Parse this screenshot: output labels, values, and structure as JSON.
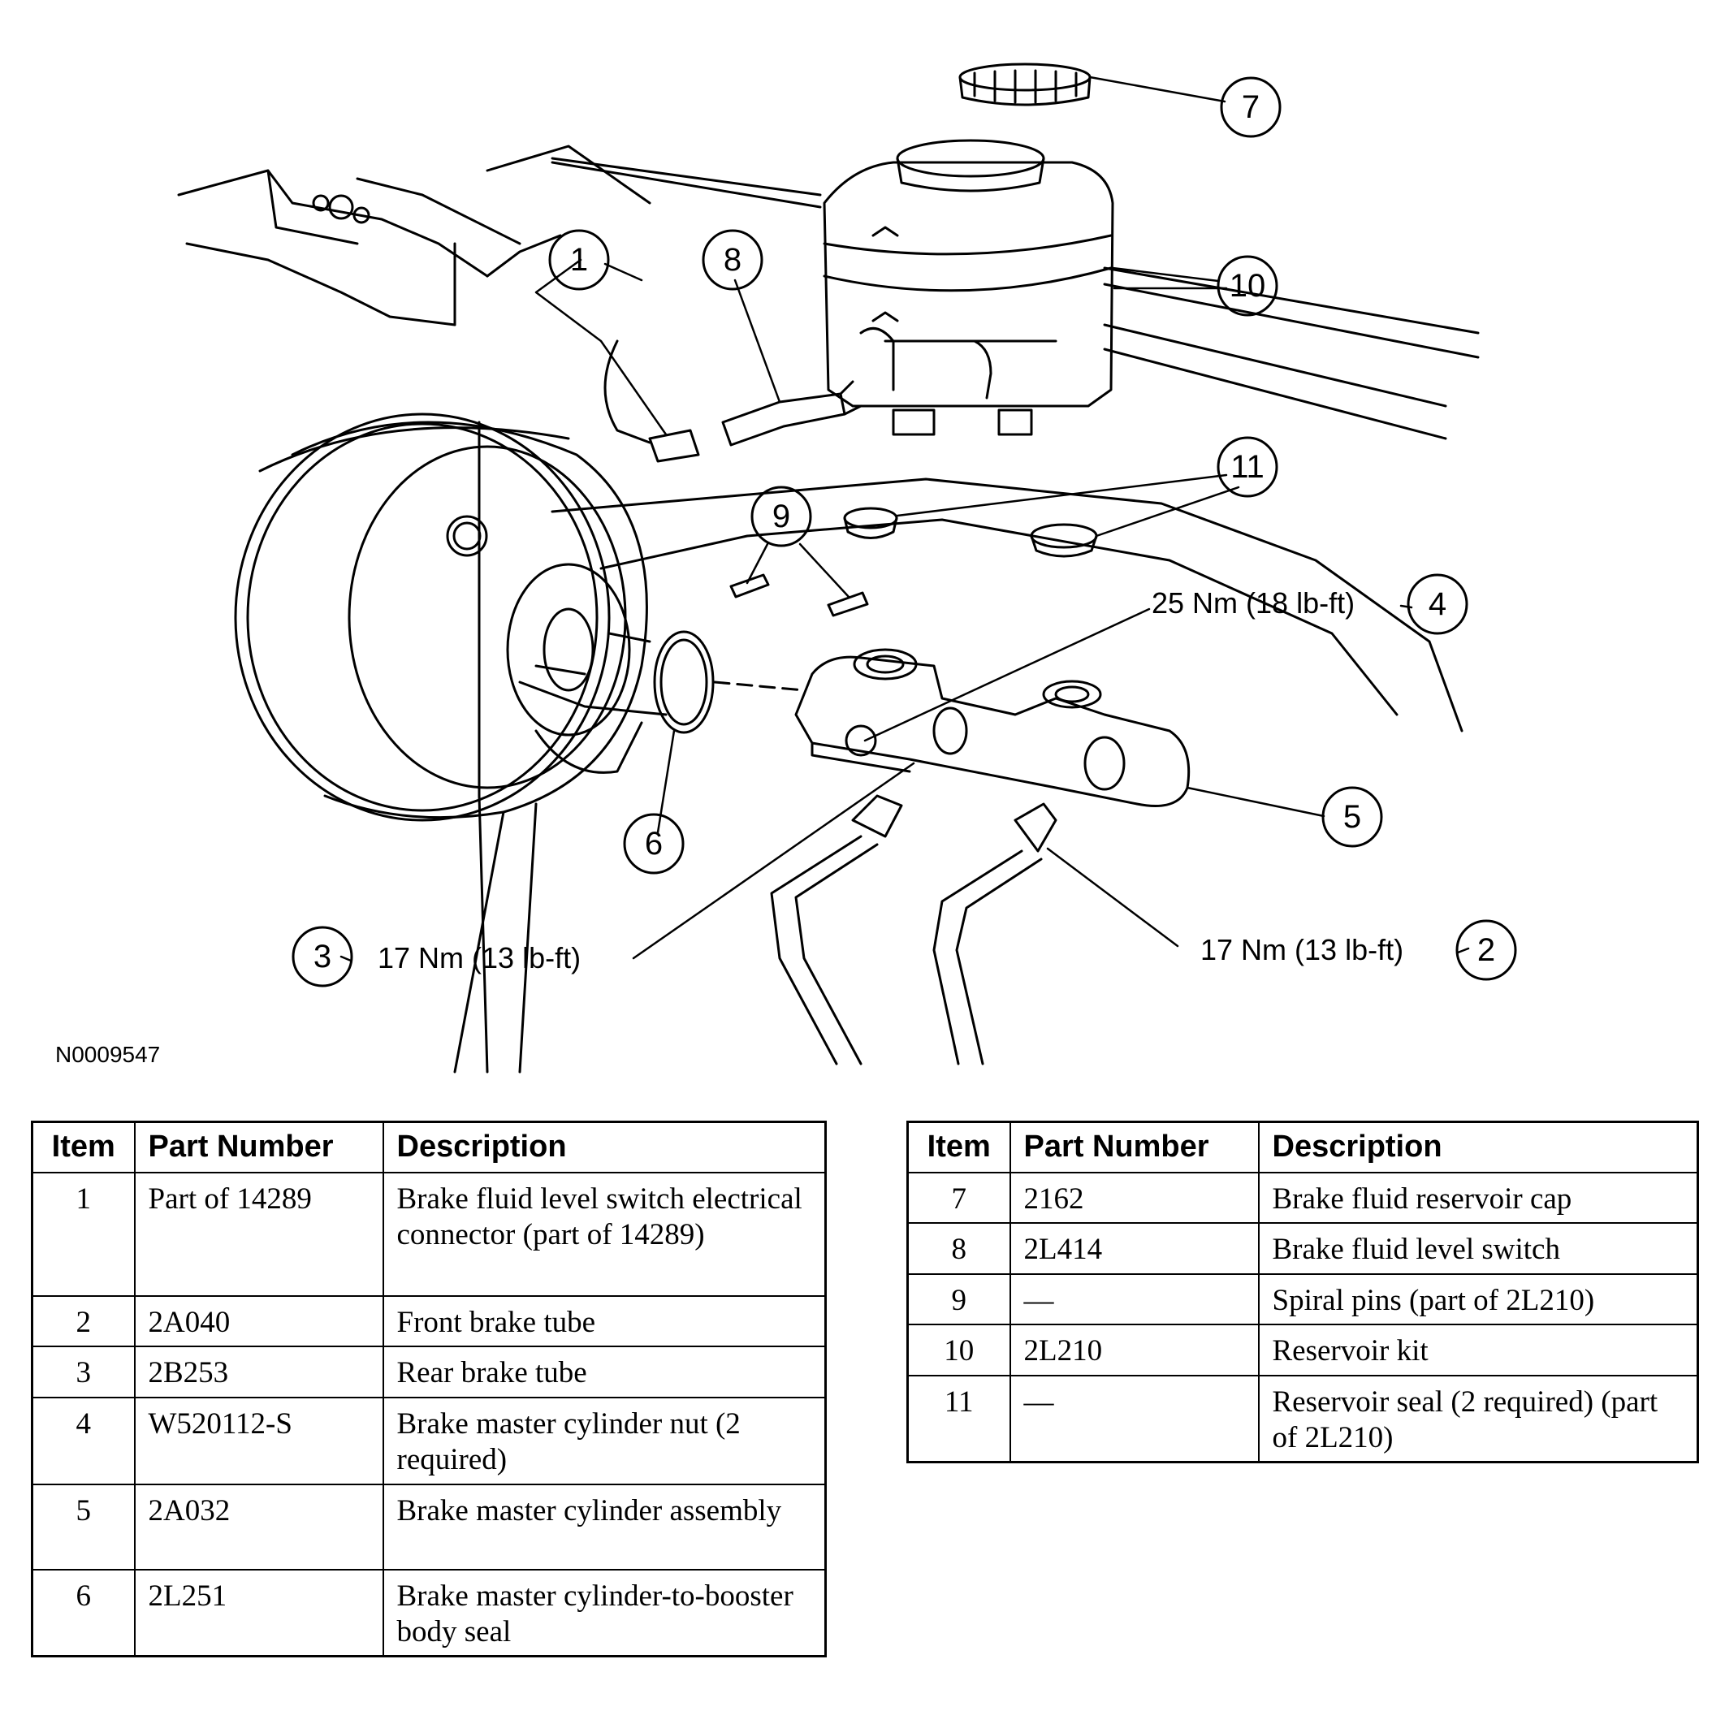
{
  "figure_id": "N0009547",
  "callouts": [
    "1",
    "2",
    "3",
    "4",
    "5",
    "6",
    "7",
    "8",
    "9",
    "10",
    "11"
  ],
  "torque_specs": {
    "item4": "25 Nm (18 lb-ft)",
    "item3": "17 Nm (13 lb-ft)",
    "item2": "17 Nm (13 lb-ft)"
  },
  "table_headers": {
    "item": "Item",
    "part_number": "Part Number",
    "description": "Description"
  },
  "parts_left": [
    {
      "item": "1",
      "part": "Part of 14289",
      "desc": "Brake fluid level switch electrical connector (part of 14289)"
    },
    {
      "item": "2",
      "part": "2A040",
      "desc": "Front brake tube"
    },
    {
      "item": "3",
      "part": "2B253",
      "desc": "Rear brake tube"
    },
    {
      "item": "4",
      "part": "W520112-S",
      "desc": "Brake master cylinder nut (2 required)"
    },
    {
      "item": "5",
      "part": "2A032",
      "desc": "Brake master cylinder assembly"
    },
    {
      "item": "6",
      "part": "2L251",
      "desc": "Brake master cylinder-to-booster body seal"
    }
  ],
  "parts_right": [
    {
      "item": "7",
      "part": "2162",
      "desc": "Brake fluid reservoir cap"
    },
    {
      "item": "8",
      "part": "2L414",
      "desc": "Brake fluid level switch"
    },
    {
      "item": "9",
      "part": "—",
      "desc": "Spiral pins (part of 2L210)"
    },
    {
      "item": "10",
      "part": "2L210",
      "desc": "Reservoir kit"
    },
    {
      "item": "11",
      "part": "—",
      "desc": "Reservoir seal (2 required) (part of 2L210)"
    }
  ]
}
